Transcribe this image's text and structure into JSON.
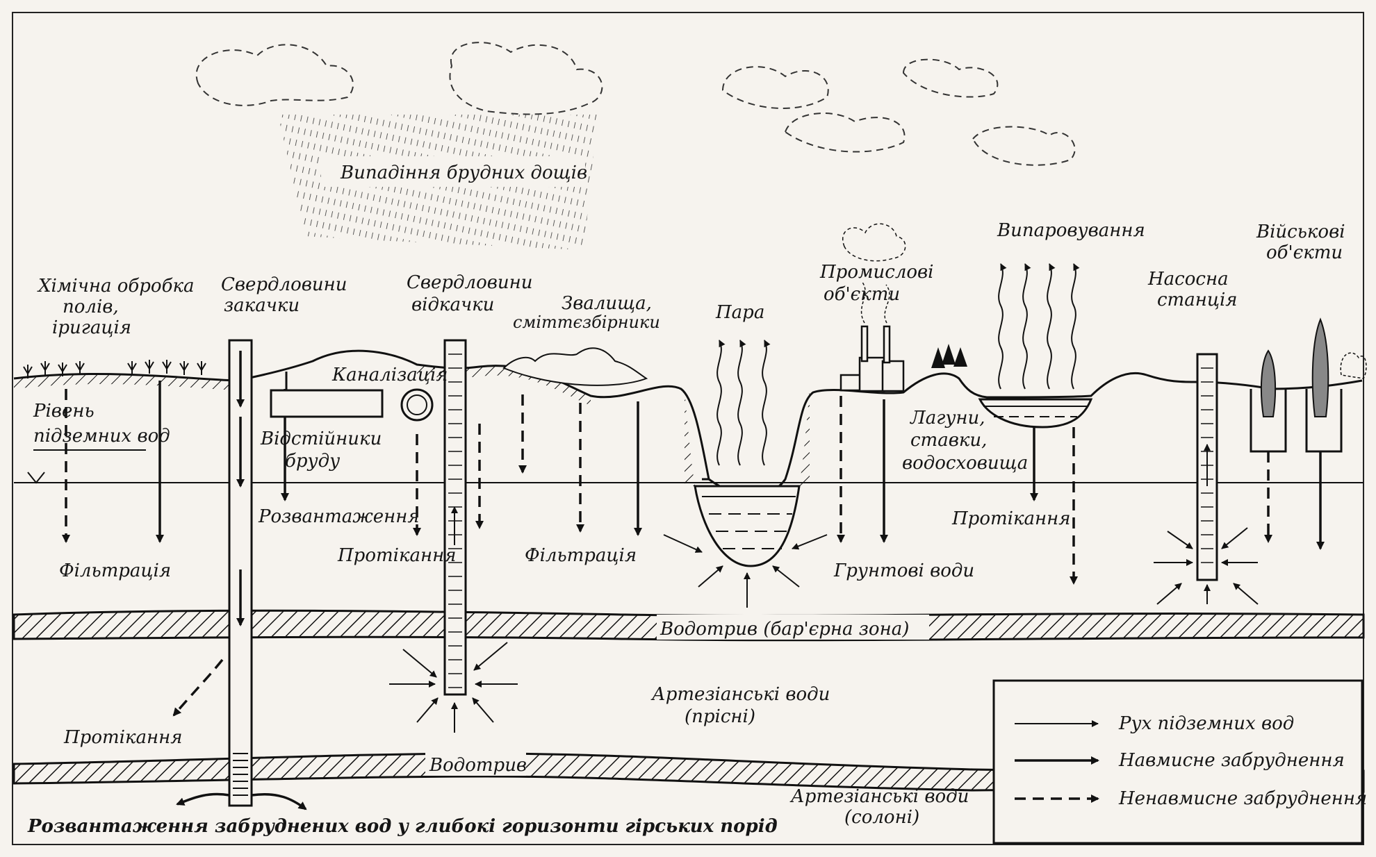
{
  "labels": {
    "rain": "Випадіння брудних дощів",
    "chem_treatment": [
      "Хімічна обробка",
      "полів,",
      "іригація"
    ],
    "injection_wells": [
      "Свердловини",
      "закачки"
    ],
    "pumping_wells": [
      "Свердловини",
      "відкачки"
    ],
    "dumps": [
      "Звалища,",
      "сміттєзбірники"
    ],
    "steam": "Пара",
    "industrial": [
      "Промислові",
      "об'єкти"
    ],
    "evaporation": "Випаровування",
    "pump_station": [
      "Насосна",
      "станція"
    ],
    "military": [
      "Військові",
      "об'єкти"
    ],
    "sewage": "Каналізація",
    "groundwater_level": [
      "Рівень",
      "підземних вод"
    ],
    "mud_settlers": [
      "Відстійники",
      "бруду"
    ],
    "lagoons": [
      "Лагуни,",
      "ставки,",
      "водосховища"
    ],
    "unloading": "Розвантаження",
    "leakage_1": "Протікання",
    "leakage_2": "Протікання",
    "leakage_3": "Протікання",
    "filtration_1": "Фільтрація",
    "filtration_2": "Фільтрація",
    "ground_waters": "Грунтові води",
    "aquitard_1": "Водотрив  (бар'єрна зона)",
    "artesian_fresh": [
      "Артезіанські води",
      "(прісні)"
    ],
    "aquitard_2": "Водотрив",
    "artesian_salty": [
      "Артезіанські води",
      "(солоні)"
    ],
    "deep_disposal": "Розвантаження забруднених вод у глибокі горизонти гірських порід"
  },
  "legend": [
    {
      "label": "Рух підземних вод",
      "style": "thin"
    },
    {
      "label": "Навмисне забруднення",
      "style": "thick"
    },
    {
      "label": "Ненавмисне забруднення",
      "style": "dashed"
    }
  ]
}
